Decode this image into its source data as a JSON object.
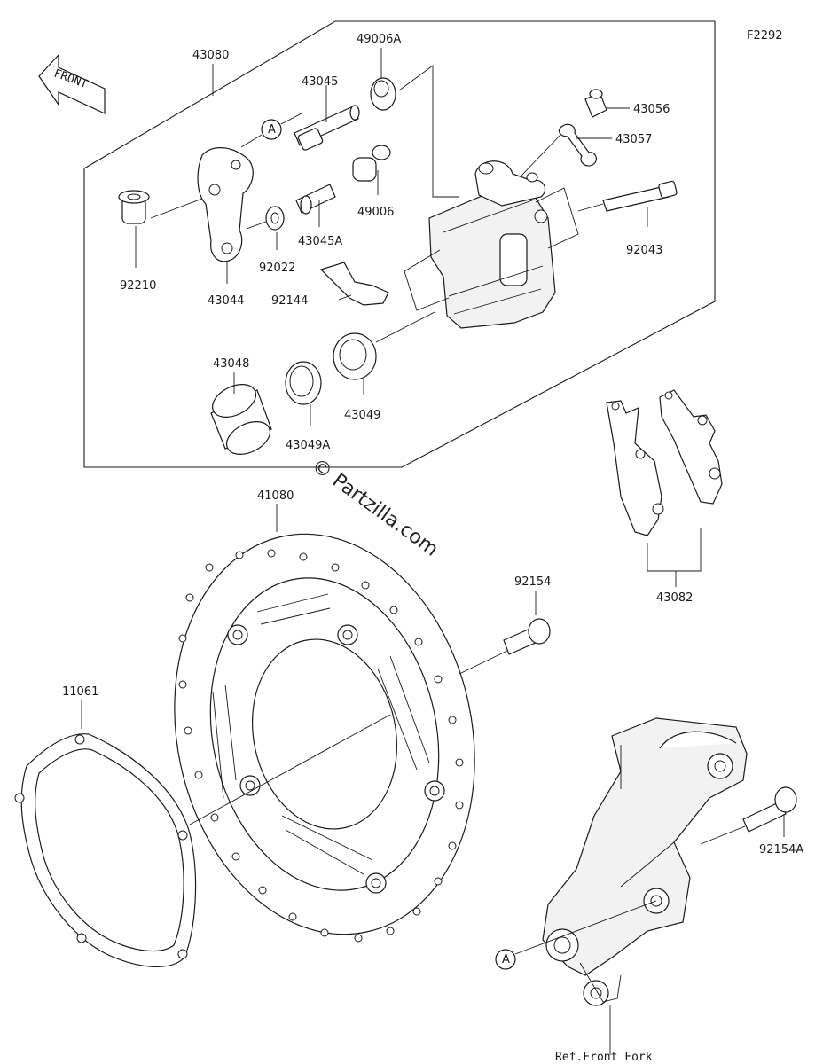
{
  "figure_code": "F2292",
  "front_arrow_label": "FRONT",
  "watermark": "© Partzilla.com",
  "ref_note": "Ref.Front Fork",
  "callout_letter": "A",
  "parts": {
    "p43080": "43080",
    "p49006A": "49006A",
    "p43045": "43045",
    "p43056": "43056",
    "p43057": "43057",
    "p49006": "49006",
    "p43045A": "43045A",
    "p92043": "92043",
    "p92210": "92210",
    "p43044": "43044",
    "p92022": "92022",
    "p92144": "92144",
    "p43048": "43048",
    "p43049": "43049",
    "p43049A": "43049A",
    "p41080": "41080",
    "p92154": "92154",
    "p43082": "43082",
    "p11061": "11061",
    "p92154A": "92154A"
  }
}
